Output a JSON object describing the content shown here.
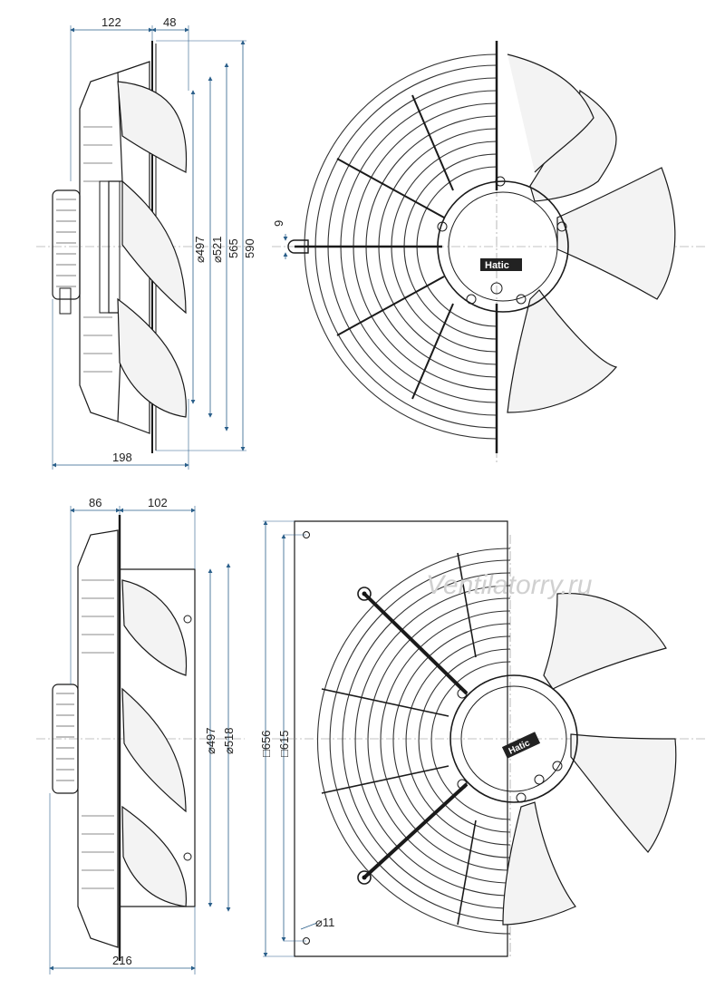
{
  "top_side_view": {
    "dim_depth_front": "122",
    "dim_depth_guard": "48",
    "dim_total_depth": "198",
    "dim_d1": "⌀497",
    "dim_d2": "⌀521",
    "dim_d3": "565",
    "dim_d4": "590"
  },
  "top_front_view": {
    "dim_mount": "9",
    "logo": "Hatic"
  },
  "bottom_side_view": {
    "dim_motor": "86",
    "dim_front": "102",
    "dim_total_depth": "216",
    "dim_d1": "⌀497",
    "dim_d2": "⌀518"
  },
  "bottom_front_view": {
    "dim_plate_outer": "□656",
    "dim_plate_holes": "□615",
    "dim_hole": "⌀11",
    "logo": "Hatic",
    "watermark": "Ventilatorry.ru"
  }
}
